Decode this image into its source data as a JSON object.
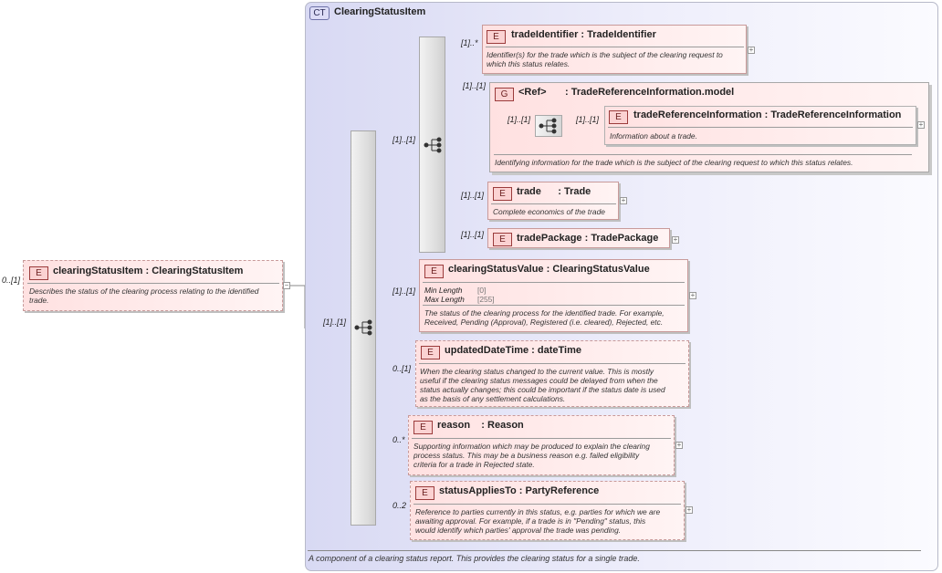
{
  "complex_type": {
    "badge": "CT",
    "name": "ClearingStatusItem",
    "documentation": "A component of a clearing status report. This provides the clearing status for a single trade."
  },
  "root": {
    "cardinality": "0..[1]",
    "badge": "E",
    "title": "clearingStatusItem : ClearingStatusItem",
    "doc": [
      "Describes the status of the clearing process relating to the identified",
      "trade."
    ]
  },
  "sequences": {
    "main_cardinality": "[1]..[1]",
    "inner_cardinality": "[1]..[1]"
  },
  "elements": {
    "tradeIdentifier": {
      "cardinality": "[1]..*",
      "badge": "E",
      "title": "tradeIdentifier : TradeIdentifier",
      "doc": [
        "Identifier(s) for the trade which is the subject of the clearing request to",
        "which this status relates."
      ]
    },
    "tradeReferenceGroup": {
      "cardinality": "[1]..[1]",
      "badge": "G",
      "ref": "<Ref>",
      "title": ": TradeReferenceInformation.model",
      "seq_in": "[1]..[1]",
      "seq_out": "[1]..[1]",
      "inner_badge": "E",
      "inner_title": "tradeReferenceInformation : TradeReferenceInformation",
      "inner_doc": "Information about a trade.",
      "doc": "Identifying information for the trade which is the subject of the clearing request to which this status relates."
    },
    "trade": {
      "cardinality": "[1]..[1]",
      "badge": "E",
      "title": "trade      : Trade",
      "doc": "Complete economics of the trade"
    },
    "tradePackage": {
      "cardinality": "[1]..[1]",
      "badge": "E",
      "title": "tradePackage : TradePackage"
    },
    "clearingStatusValue": {
      "cardinality": "[1]..[1]",
      "badge": "E",
      "title": "clearingStatusValue : ClearingStatusValue",
      "facets": [
        {
          "label": "Min Length",
          "value": "[0]"
        },
        {
          "label": "Max Length",
          "value": "[255]"
        }
      ],
      "doc": [
        "The status of the clearing process for the identified trade. For example,",
        "Received, Pending (Approval), Registered (i.e. cleared), Rejected, etc."
      ]
    },
    "updatedDateTime": {
      "cardinality": "0..[1]",
      "badge": "E",
      "title": "updatedDateTime : dateTime",
      "doc": [
        "When the clearing status changed to the current value. This is mostly",
        "useful if the clearing status messages could be delayed from when the",
        "status actually changes; this could be important if the status date is used",
        "as the basis of any settlement calculations."
      ]
    },
    "reason": {
      "cardinality": "0..*",
      "badge": "E",
      "title": "reason    : Reason",
      "doc": [
        "Supporting information which may be produced to explain the clearing",
        "process status. This may be a business reason e.g. failed eligibility",
        "criteria for a trade in Rejected state."
      ]
    },
    "statusAppliesTo": {
      "cardinality": "0..2",
      "badge": "E",
      "title": "statusAppliesTo : PartyReference",
      "doc": [
        "Reference to parties currently in this status, e.g. parties for which we are",
        "awaiting approval. For example, if a trade is in \"Pending\" status, this",
        "would identify which parties' approval the trade was pending."
      ]
    }
  }
}
